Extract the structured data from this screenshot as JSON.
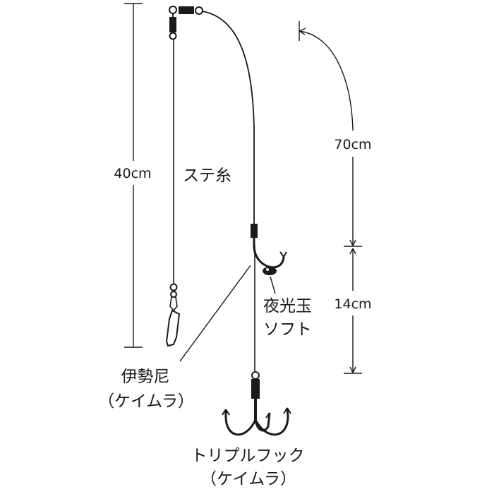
{
  "labels": {
    "sute_ito": "ステ糸",
    "yakodama_line1": "夜光玉",
    "yakodama_line2": "ソフト",
    "ise_line1": "伊勢尼",
    "ise_line2": "（ケイムラ）",
    "treble_line1": "トリプルフック",
    "treble_line2": "（ケイムラ）"
  },
  "dimensions": {
    "sute_length": "40cm",
    "main_length": "70cm",
    "lower_length": "14cm"
  },
  "colors": {
    "line": "#1a1a1a",
    "background": "#ffffff"
  }
}
